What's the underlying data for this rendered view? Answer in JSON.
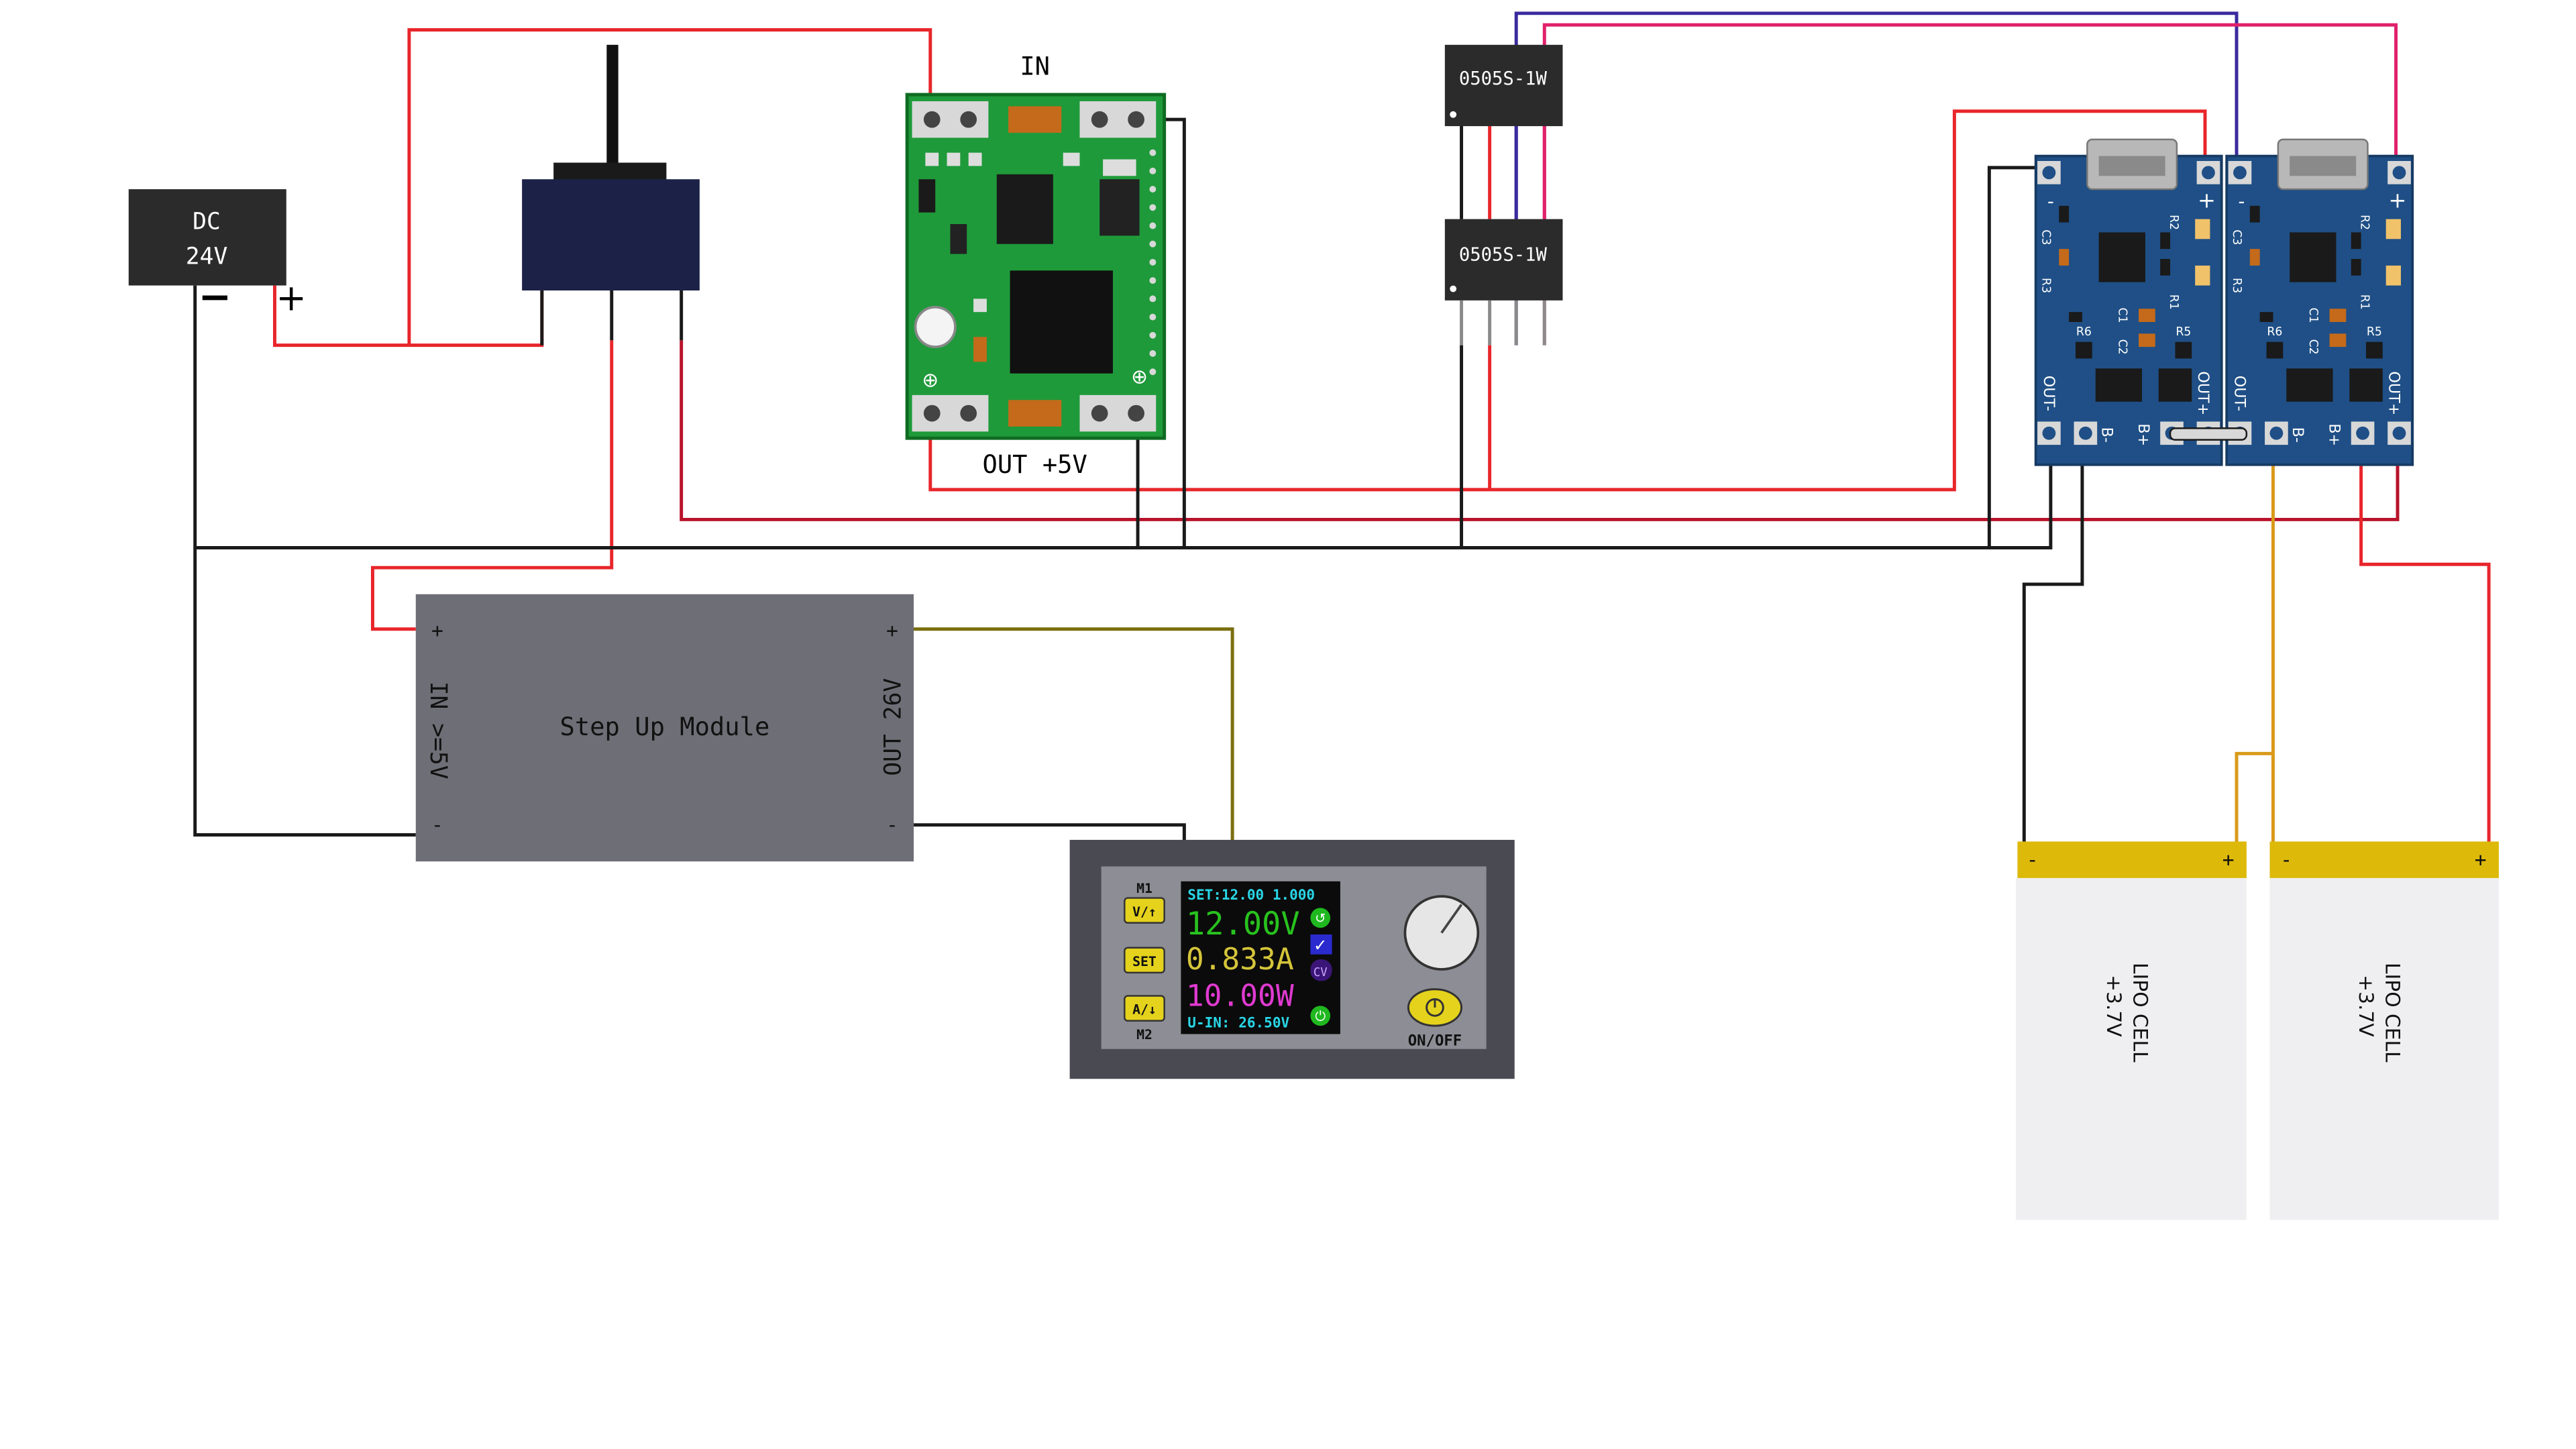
{
  "dc_source": {
    "label_line1": "DC",
    "label_line2": "24V",
    "minus": "−",
    "plus": "+"
  },
  "buck_converter": {
    "in_label": "IN",
    "out_label": "OUT +5V"
  },
  "isolators": [
    {
      "label": "0505S-1W"
    },
    {
      "label": "0505S-1W"
    }
  ],
  "step_up": {
    "title": "Step Up Module",
    "in_label": "IN >=5V",
    "out_label": "OUT 26V",
    "plus": "+",
    "minus": "-"
  },
  "psu_module": {
    "m1": "M1",
    "m2": "M2",
    "btn_v": "V/↑",
    "btn_set": "SET",
    "btn_a": "A/↓",
    "set_line": "SET:12.00 1.000",
    "voltage": "12.00V",
    "current": "0.833A",
    "power": "10.00W",
    "uin_line": "U-IN: 26.50V",
    "cv_badge": "CV",
    "onoff": "ON/OFF"
  },
  "chargers": [
    {
      "labels": {
        "out_minus": "OUT-",
        "out_plus": "OUT+",
        "b_minus": "B-",
        "b_plus": "B+",
        "r1": "R1",
        "r2": "R2",
        "r3": "R3",
        "r5": "R5",
        "r6": "R6",
        "c1": "C1",
        "c2": "C2",
        "c3": "C3"
      }
    },
    {
      "labels": {
        "out_minus": "OUT-",
        "out_plus": "OUT+",
        "b_minus": "B-",
        "b_plus": "B+",
        "r1": "R1",
        "r2": "R2",
        "r3": "R3",
        "r5": "R5",
        "r6": "R6",
        "c1": "C1",
        "c2": "C2",
        "c3": "C3"
      }
    }
  ],
  "cells": [
    {
      "line1": "LIPO CELL",
      "line2": "+3.7V",
      "minus": "-",
      "plus": "+"
    },
    {
      "line1": "LIPO CELL",
      "line2": "+3.7V",
      "minus": "-",
      "plus": "+"
    }
  ],
  "colors": {
    "wire_red": "#e8262b",
    "wire_darkred": "#b8132a",
    "wire_black": "#1a1a1a",
    "wire_olive": "#7a6e0f",
    "wire_orange": "#d99a1a",
    "wire_blue": "#3a2a9e",
    "wire_pink": "#e0206a",
    "dc_body": "#2b2b2b",
    "switch_body": "#1c2147",
    "buck_pcb": "#1f9a3a",
    "stepup_body": "#6e6e76",
    "psu_bezel": "#4a4a52",
    "charger_pcb": "#1f4f86",
    "cell_tab": "#ddb909",
    "cell_body": "#efeff1"
  }
}
